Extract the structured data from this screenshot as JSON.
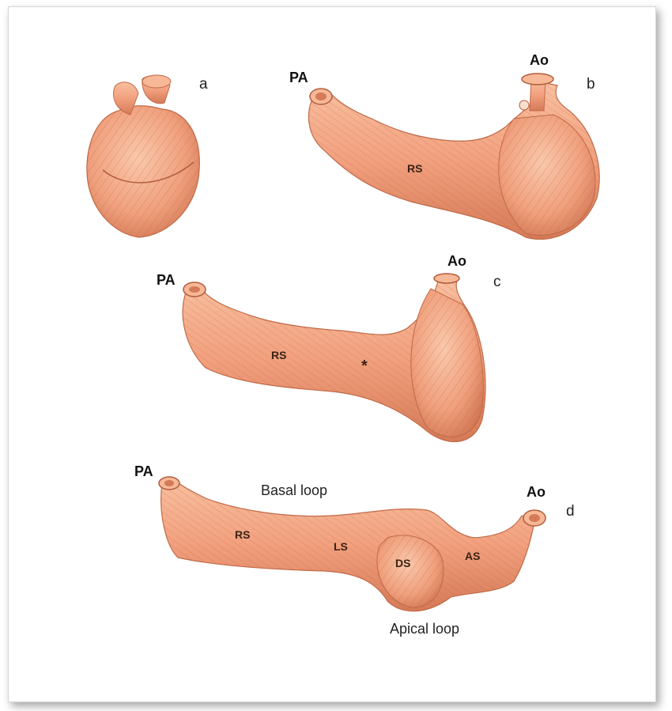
{
  "panels": {
    "a": "a",
    "b": "b",
    "c": "c",
    "d": "d"
  },
  "vessels": {
    "pa": "PA",
    "ao": "Ao"
  },
  "segments": {
    "rs": "RS",
    "ls": "LS",
    "ds": "DS",
    "as": "AS",
    "star": "*"
  },
  "loops": {
    "basal": "Basal loop",
    "apical": "Apical loop"
  },
  "colors": {
    "muscle": "#f2a07e",
    "muscle_dark": "#d57a57",
    "muscle_light": "#f8c0a0",
    "fiber": "#b9603f"
  }
}
